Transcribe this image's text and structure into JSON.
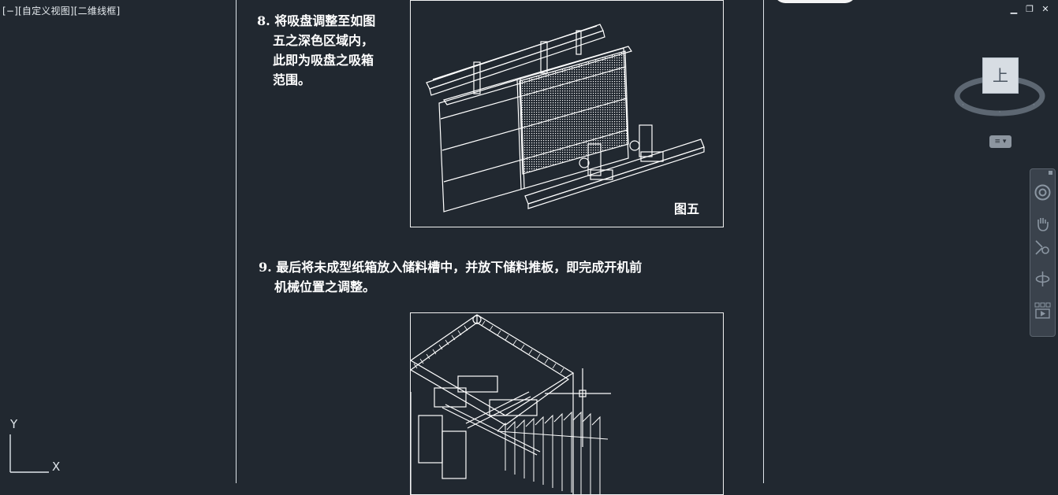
{
  "viewport": {
    "label": "[−][自定义视图][二维线框]"
  },
  "steps": {
    "step8": {
      "lines": [
        "8. 将吸盘调整至如图",
        "五之深色区域内，",
        "此即为吸盘之吸箱",
        "范围。"
      ]
    },
    "step9": {
      "lines": [
        "9. 最后将未成型纸箱放入储料槽中，并放下储料推板，即完成开机前",
        "机械位置之调整。"
      ]
    }
  },
  "figures": {
    "fig5_caption": "图五"
  },
  "viewcube": {
    "face": "上"
  },
  "window_controls": {
    "minimize": "▁",
    "restore": "❐",
    "close": "✕"
  },
  "wcs_menu": {
    "label": "≡ ▾"
  },
  "ucs": {
    "y": "Y",
    "x": "X"
  },
  "navbar": {
    "items": [
      "steering-wheel-icon",
      "pan-hand-icon",
      "zoom-extents-icon",
      "orbit-icon",
      "showmotion-icon"
    ]
  },
  "colors": {
    "background": "#212830",
    "linework": "#ffffff",
    "navbar": "#3a424c"
  }
}
